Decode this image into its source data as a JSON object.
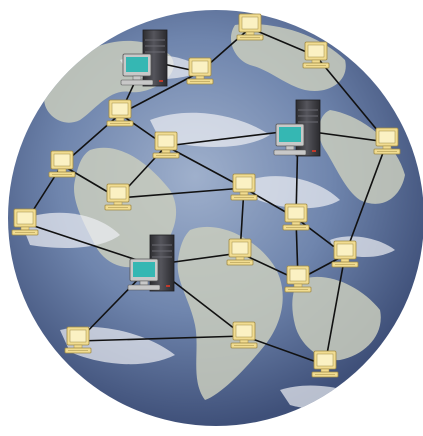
{
  "colors": {
    "background": "#ffffff",
    "ocean_dark": "#4a5f8a",
    "ocean_light": "#aab8d2",
    "land": "#c9ccbd",
    "cloud": "#eef0f4",
    "link": "#111111",
    "terminal_body": "#f1dc91",
    "terminal_screen": "#fbf1c3",
    "terminal_outline": "#a08a45",
    "server_tower": "#3b3b3f",
    "server_tower_light": "#5a5a62",
    "server_screen": "#35b7b3",
    "server_monitor": "#c8c8c8"
  },
  "network": {
    "globe": {
      "name": "earth-globe"
    },
    "nodes": [
      {
        "id": "t1",
        "kind": "terminal"
      },
      {
        "id": "t2",
        "kind": "terminal"
      },
      {
        "id": "t3",
        "kind": "terminal"
      },
      {
        "id": "t4",
        "kind": "terminal"
      },
      {
        "id": "t5",
        "kind": "terminal"
      },
      {
        "id": "t6",
        "kind": "terminal"
      },
      {
        "id": "t7",
        "kind": "terminal"
      },
      {
        "id": "t8",
        "kind": "terminal"
      },
      {
        "id": "t9",
        "kind": "terminal"
      },
      {
        "id": "t10",
        "kind": "terminal"
      },
      {
        "id": "t11",
        "kind": "terminal"
      },
      {
        "id": "t12",
        "kind": "terminal"
      },
      {
        "id": "t13",
        "kind": "terminal"
      },
      {
        "id": "t14",
        "kind": "terminal"
      },
      {
        "id": "t15",
        "kind": "terminal"
      },
      {
        "id": "t16",
        "kind": "terminal"
      },
      {
        "id": "t17",
        "kind": "terminal"
      },
      {
        "id": "s1",
        "kind": "server"
      },
      {
        "id": "s2",
        "kind": "server"
      },
      {
        "id": "s3",
        "kind": "server"
      }
    ],
    "links": [
      [
        "s1",
        "t2"
      ],
      [
        "s1",
        "t3"
      ],
      [
        "t2",
        "t1"
      ],
      [
        "t1",
        "t4"
      ],
      [
        "t4",
        "t12"
      ],
      [
        "t2",
        "t3"
      ],
      [
        "t3",
        "t5"
      ],
      [
        "t3",
        "t6"
      ],
      [
        "t6",
        "t5"
      ],
      [
        "t5",
        "s2"
      ],
      [
        "t2",
        "t13"
      ],
      [
        "t13",
        "t14"
      ],
      [
        "t14",
        "s2"
      ],
      [
        "t14",
        "t17"
      ],
      [
        "s2",
        "t7"
      ],
      [
        "s2",
        "t8"
      ],
      [
        "t3",
        "t7"
      ],
      [
        "t7",
        "t8"
      ],
      [
        "t7",
        "t10"
      ],
      [
        "t8",
        "t9"
      ],
      [
        "t8",
        "t11"
      ],
      [
        "t9",
        "t11"
      ],
      [
        "t11",
        "t17"
      ],
      [
        "t9",
        "t16"
      ],
      [
        "t10",
        "t9"
      ],
      [
        "t10",
        "t12"
      ],
      [
        "t12",
        "t15"
      ],
      [
        "t15",
        "t16"
      ],
      [
        "t15",
        "s3"
      ],
      [
        "t12",
        "s3"
      ],
      [
        "s3",
        "t10"
      ],
      [
        "s3",
        "t18"
      ],
      [
        "t18",
        "t19"
      ],
      [
        "t18",
        "t15"
      ],
      [
        "t19",
        "t20"
      ],
      [
        "t20",
        "t16"
      ],
      [
        "t20",
        "t15"
      ]
    ]
  }
}
